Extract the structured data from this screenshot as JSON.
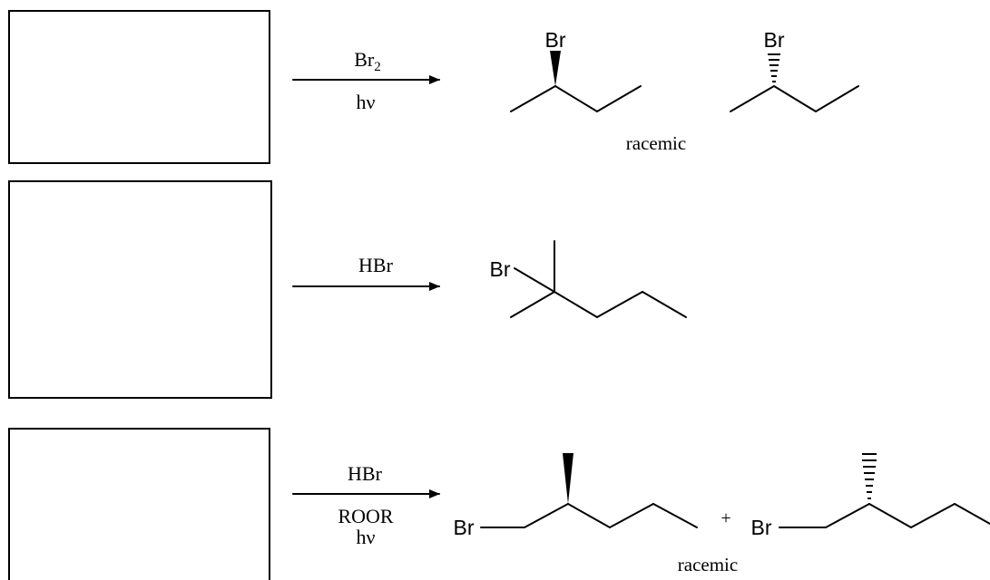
{
  "reactions": [
    {
      "reagent_top": "Br",
      "reagent_top_sub": "2",
      "reagent_bottom": "hν",
      "product_a_label": "Br",
      "product_b_label": "Br",
      "note": "racemic"
    },
    {
      "reagent_top": "HBr",
      "product_label": "Br"
    },
    {
      "reagent_top": "HBr",
      "reagent_bottom_1": "ROOR",
      "reagent_bottom_2": "hν",
      "product_a_label": "Br",
      "plus": "+",
      "product_b_label": "Br",
      "note": "racemic"
    }
  ]
}
